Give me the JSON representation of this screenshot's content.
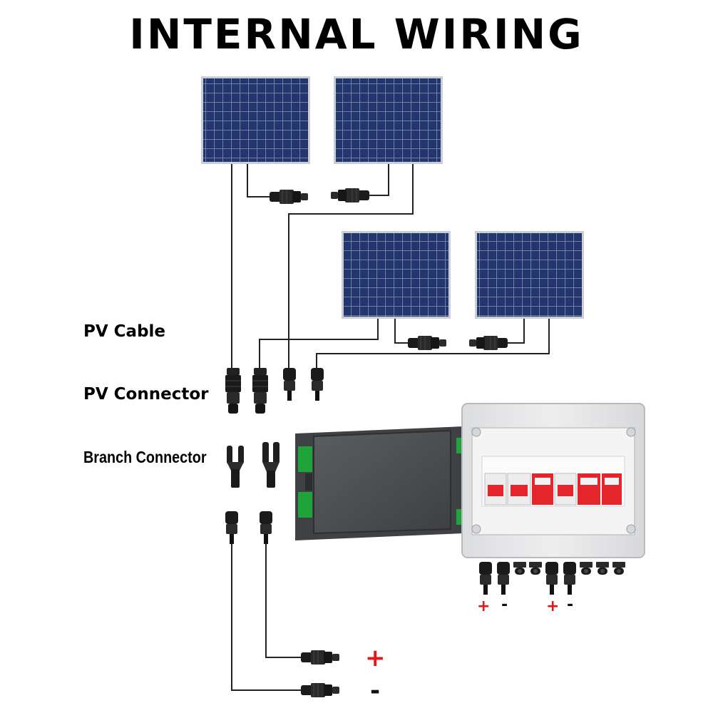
{
  "title": "INTERNAL WIRING",
  "labels": {
    "pv_cable": "PV Cable",
    "pv_connector": "PV Connector",
    "branch_connector": "Branch Connector"
  },
  "polarity": {
    "box_plus_1": "+",
    "box_minus_1": "-",
    "box_plus_2": "+",
    "box_minus_2": "-",
    "out_plus": "+",
    "out_minus": "-"
  },
  "colors": {
    "panel_blue": "#1c2c5e",
    "panel_frame": "#c9ced6",
    "breaker_red": "#e3262b",
    "terminal_green": "#1fa33a",
    "plus_red": "#e3161b",
    "wire": "#222222"
  },
  "icons": [
    "solar-panel-icon",
    "mc4-male-connector-icon",
    "mc4-female-connector-icon",
    "branch-connector-icon",
    "combiner-box-icon",
    "breaker-icon",
    "cable-gland-icon"
  ]
}
